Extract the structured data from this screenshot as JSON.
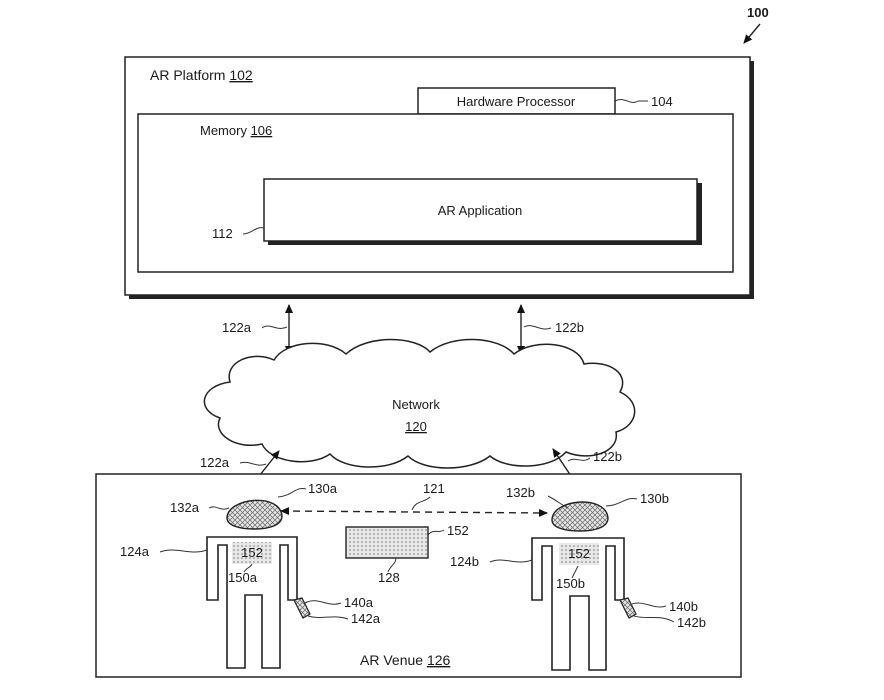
{
  "figure": {
    "ref_system": "100",
    "platform": {
      "name": "AR Platform",
      "ref": "102"
    },
    "processor": {
      "label": "Hardware Processor",
      "ref": "104"
    },
    "memory": {
      "name": "Memory",
      "ref": "106"
    },
    "application": {
      "label": "AR Application",
      "ref": "112"
    },
    "links": {
      "left": "122a",
      "right": "122b"
    },
    "network": {
      "name": "Network",
      "ref": "120"
    },
    "venue": {
      "name": "AR Venue",
      "ref": "126"
    },
    "peer_link": "121",
    "display": {
      "ref": "152",
      "tag": "128"
    },
    "left_user": {
      "body": "124a",
      "headset": "130a",
      "sensor": "132a",
      "shirt": "152",
      "shirt_ref": "150a",
      "device": "140a",
      "device_ref": "142a"
    },
    "right_user": {
      "body": "124b",
      "headset": "130b",
      "sensor": "132b",
      "shirt": "152",
      "shirt_ref": "150b",
      "device": "140b",
      "device_ref": "142b"
    }
  }
}
